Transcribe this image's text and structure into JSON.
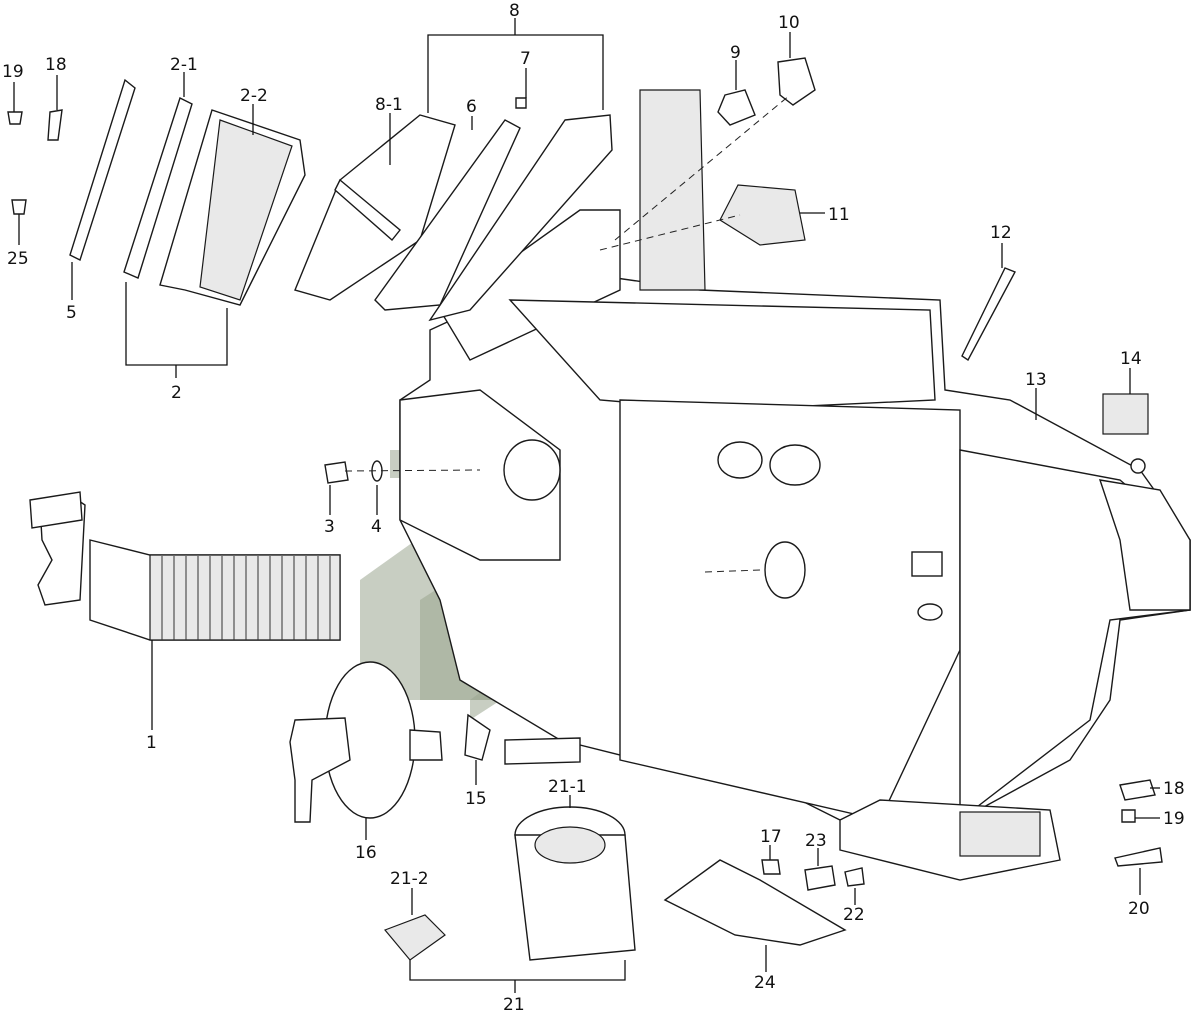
{
  "callouts": {
    "c1": "1",
    "c2": "2",
    "c2_1": "2-1",
    "c2_2": "2-2",
    "c3": "3",
    "c4": "4",
    "c5": "5",
    "c6": "6",
    "c7": "7",
    "c8": "8",
    "c8_1": "8-1",
    "c9": "9",
    "c10": "10",
    "c11": "11",
    "c12": "12",
    "c13": "13",
    "c14": "14",
    "c15": "15",
    "c16": "16",
    "c17": "17",
    "c18a": "18",
    "c18b": "18",
    "c19a": "19",
    "c19b": "19",
    "c20": "20",
    "c21": "21",
    "c21_1": "21-1",
    "c21_2": "21-2",
    "c22": "22",
    "c23": "23",
    "c24": "24",
    "c25": "25"
  },
  "colors": {
    "line": "#111111",
    "watermark": "#9aa58f"
  }
}
